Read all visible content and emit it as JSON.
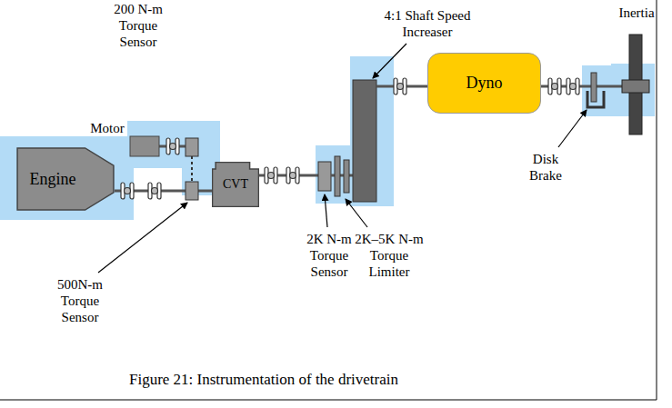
{
  "diagram": {
    "caption": "Figure 21: Instrumentation of the drivetrain",
    "nodes": [
      {
        "text": [
          "Engine"
        ]
      },
      {
        "text": [
          "CVT"
        ]
      },
      {
        "text": [
          "Dyno"
        ]
      }
    ],
    "edges": [
      {
        "from": 0,
        "to": 1,
        "arrow": "none"
      }
    ],
    "labels": [
      "200 N-m Torque Sensor",
      "Motor",
      "500N-m Torque Sensor",
      "2K N-m Torque Sensor",
      "2K–5K N-m Torque Limiter",
      "4:1 Shaft Speed Increaser",
      "Inertia",
      "Disk Brake"
    ]
  }
}
